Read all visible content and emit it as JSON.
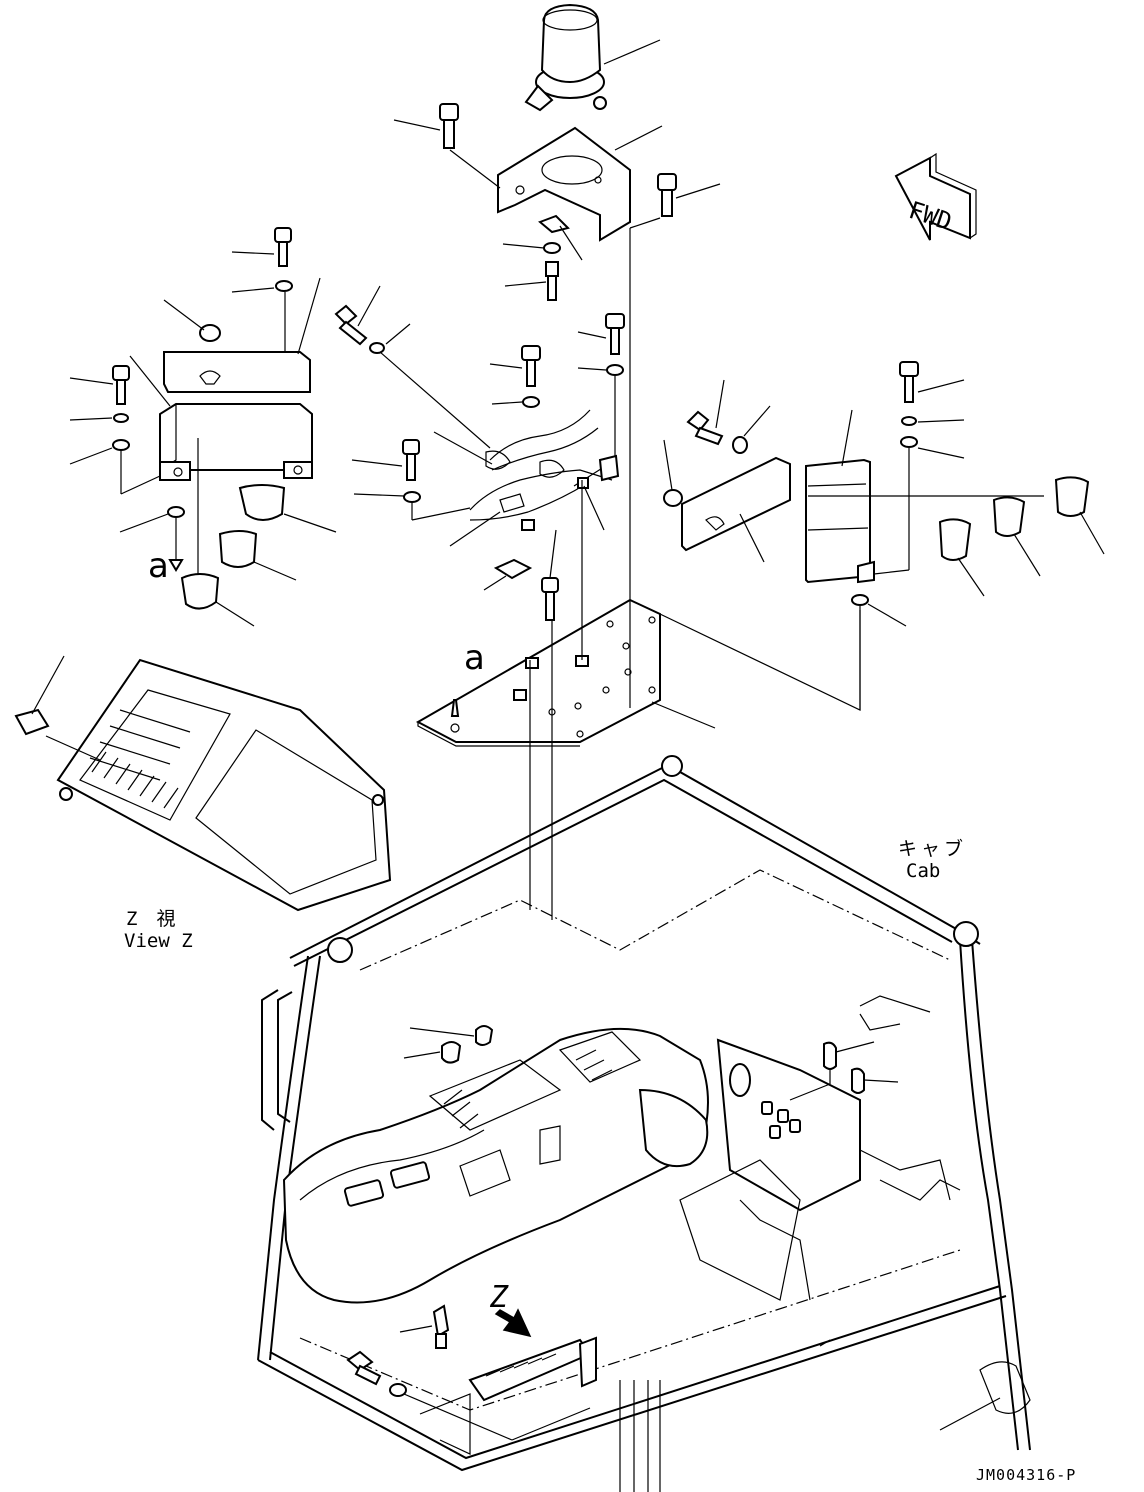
{
  "labels": {
    "fwd": "FWD",
    "cab_jp": "キャブ",
    "cab_en": "Cab",
    "view_jp": "Z　視",
    "view_en": "View Z",
    "arrow_z": "Z",
    "ref_a_left": "a",
    "ref_a_plate": "a",
    "drawing_number": "JM004316-P"
  },
  "colors": {
    "line": "#000000",
    "background": "#ffffff"
  },
  "icons": [
    "fwd-arrow-icon",
    "view-z-arrow-icon"
  ]
}
